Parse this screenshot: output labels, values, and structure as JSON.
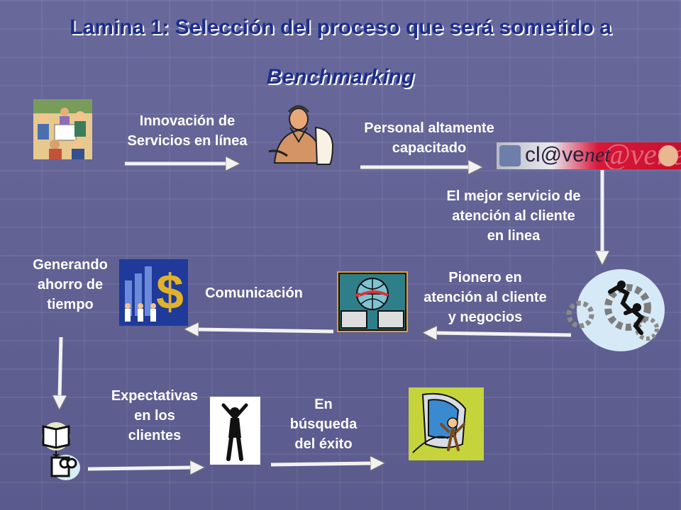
{
  "title": {
    "line1": "Lamina 1: Selección del proceso que será sometido a",
    "line2": "Benchmarking"
  },
  "labels": {
    "innovacion": [
      "Innovación de",
      "Servicios en línea"
    ],
    "personal": [
      "Personal altamente",
      "capacitado"
    ],
    "mejor_servicio": [
      "El mejor servicio de",
      "atención al cliente",
      "en linea"
    ],
    "pionero": [
      "Pionero en",
      "atención al cliente",
      "y negocios"
    ],
    "comunicacion": [
      "Comunicación"
    ],
    "generando": [
      "Generando",
      "ahorro de",
      "tiempo"
    ],
    "expectativas": [
      "Expectativas",
      "en los",
      "clientes"
    ],
    "busqueda": [
      "En",
      "búsqueda",
      "del éxito"
    ]
  },
  "logo": {
    "text_main": "cl@ve",
    "text_suffix": "net",
    "text_ghost": "@venet"
  },
  "colors": {
    "title": "#1d2e8c",
    "label": "#ffffff",
    "arrow": "#f2f2f2",
    "logo_red": "#c8102e"
  },
  "icons": {
    "meeting": "office-meeting-clipart",
    "operator": "call-center-operator-clipart",
    "logo": "clavenet-logo",
    "gears": "running-men-gears-clipart",
    "network": "computers-network-clipart",
    "money": "money-growth-clipart",
    "book": "book-to-computer-clipart",
    "person": "person-arms-raised-clipart",
    "success": "computer-success-clipart"
  }
}
